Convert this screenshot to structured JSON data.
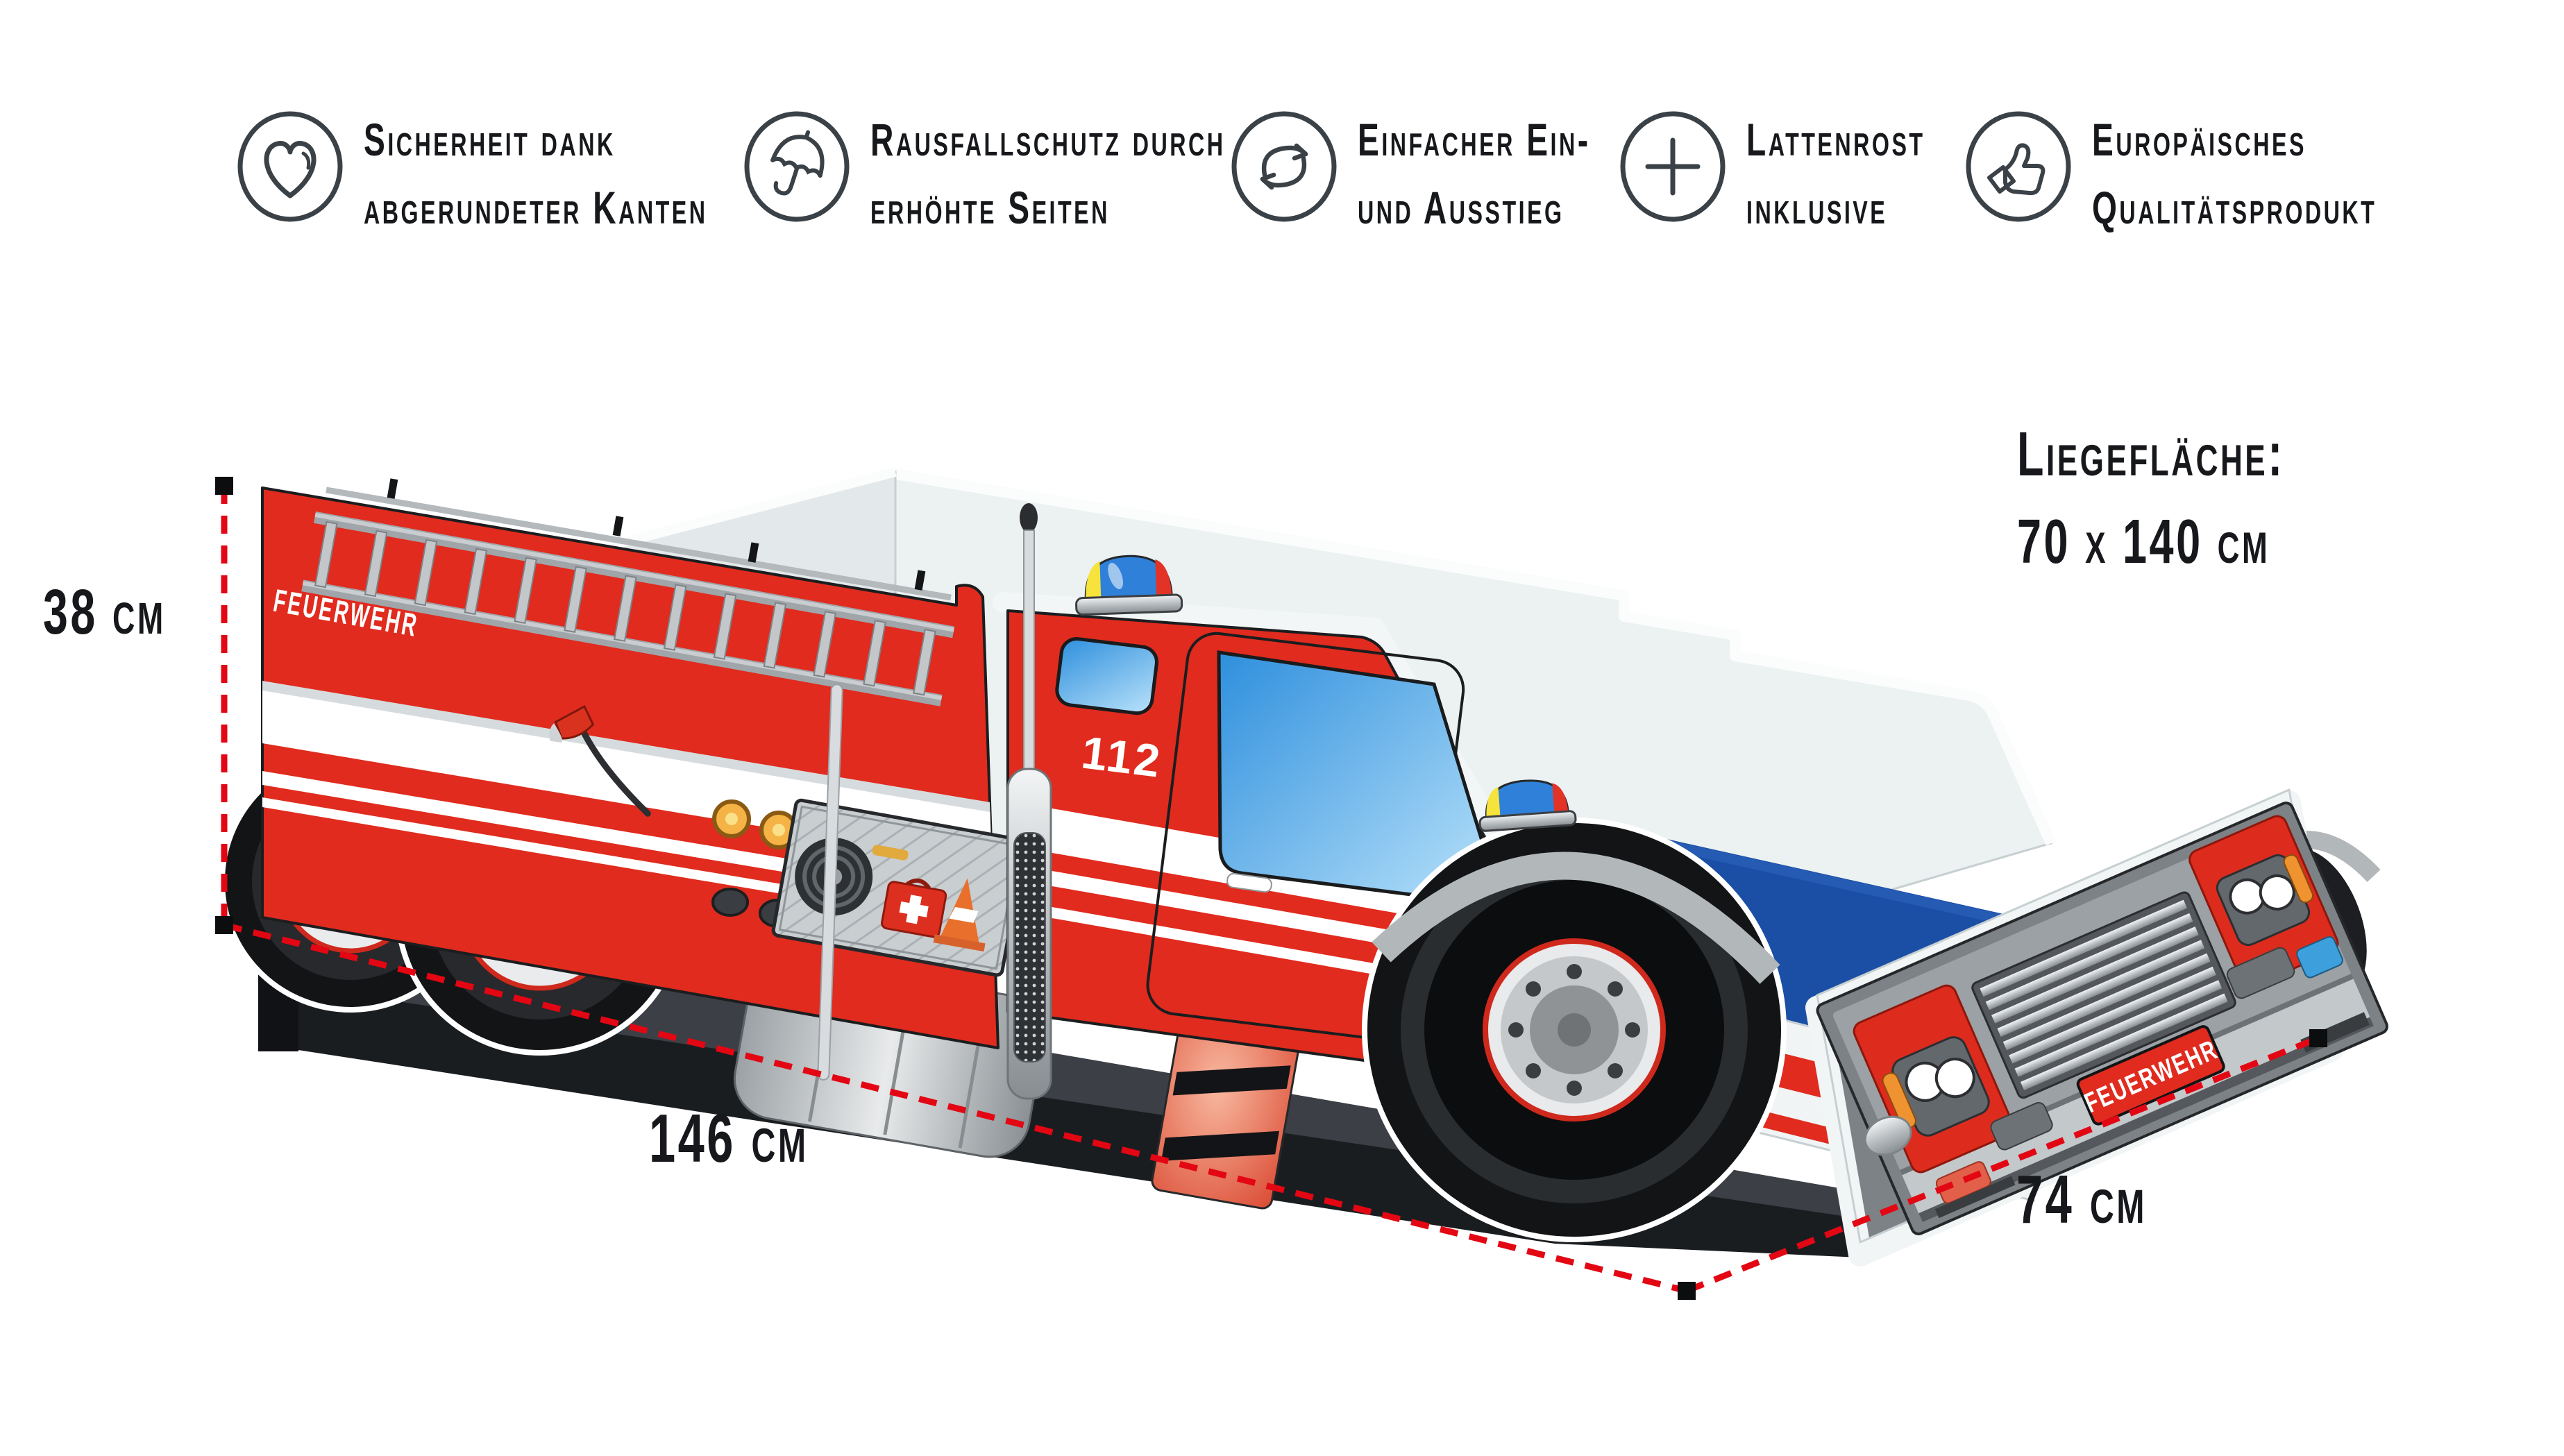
{
  "features": [
    {
      "icon": "heart-icon",
      "line1": "Sicherheit dank",
      "line2": "abgerundeter Kanten"
    },
    {
      "icon": "umbrella-icon",
      "line1": "Rausfallschutz durch",
      "line2": "erhöhte Seiten"
    },
    {
      "icon": "cycle-arrows-icon",
      "line1": "Einfacher Ein-",
      "line2": "und Ausstieg"
    },
    {
      "icon": "plus-icon",
      "line1": "Lattenrost",
      "line2": "inklusive"
    },
    {
      "icon": "thumbs-up-icon",
      "line1": "Europäisches",
      "line2": "Qualitätsprodukt"
    }
  ],
  "dimensions": {
    "height": "38 cm",
    "length": "146 cm",
    "width": "74 cm",
    "lying_surface_label": "Liegefläche:",
    "lying_surface_value": "70 x 140 cm"
  },
  "truck": {
    "side_label": "FEUERWEHR",
    "door_number": "112",
    "plate": "FEUERWEHR"
  },
  "colors": {
    "fire_red": "#e02b1e",
    "mattress_blue": "#1b4fa5",
    "window_blue": "#58aee8",
    "dimension_line_red": "#e30613",
    "board_white": "#eef2f2",
    "icon_stroke": "#3a4147"
  }
}
